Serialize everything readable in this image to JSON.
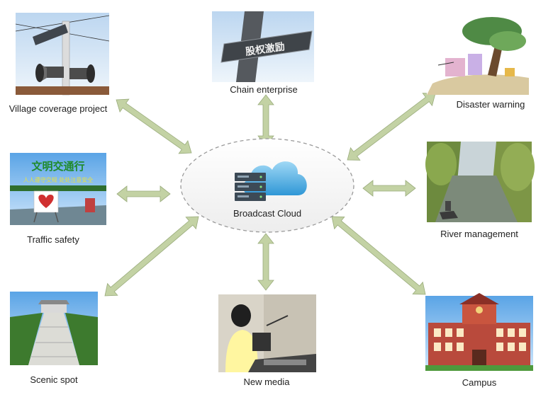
{
  "hub": {
    "label": "Broadcast Cloud",
    "icon": "server-cloud-icon"
  },
  "arrow_color": "#c3d2a4",
  "arrow_stroke": "#9aac7c",
  "nodes": [
    {
      "id": "village",
      "label": "Village coverage project",
      "icon": "loudspeaker-pole-icon"
    },
    {
      "id": "chain",
      "label": "Chain enterprise",
      "icon": "signboard-icon",
      "sign_text": "股权激励"
    },
    {
      "id": "disaster",
      "label": "Disaster warning",
      "icon": "fallen-tree-icon"
    },
    {
      "id": "traffic",
      "label": "Traffic safety",
      "icon": "traffic-billboard-icon",
      "sign_text": "文明交通行",
      "sign_subtext": "人人遵守交规 处处注意安全"
    },
    {
      "id": "river",
      "label": "River management",
      "icon": "river-boat-icon"
    },
    {
      "id": "scenic",
      "label": "Scenic spot",
      "icon": "memorial-hall-icon"
    },
    {
      "id": "media",
      "label": "New media",
      "icon": "radio-studio-icon"
    },
    {
      "id": "campus",
      "label": "Campus",
      "icon": "school-building-icon"
    }
  ]
}
